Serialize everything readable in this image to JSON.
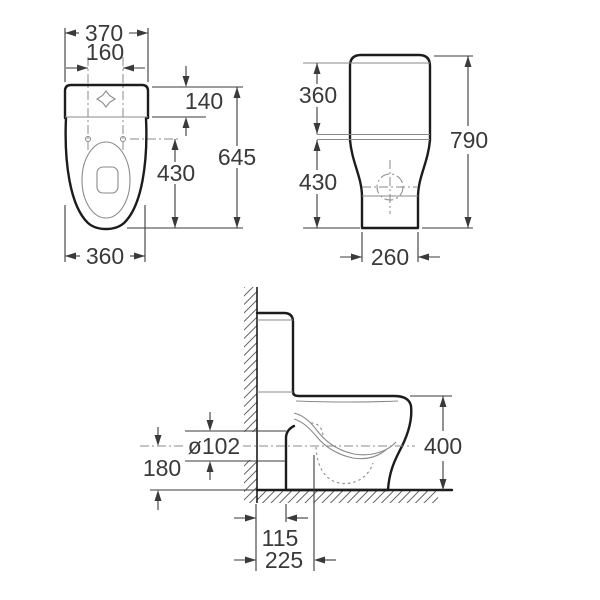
{
  "title": "Close-coupled WC technical dimension drawing",
  "colors": {
    "background": "#ffffff",
    "outline": "#1c1c1c",
    "thin_detail": "#8a8a8a",
    "dimension": "#3a3a3a"
  },
  "views": {
    "plan": {
      "name": "plan-view",
      "dims": {
        "overall_width": "370",
        "hinge_spacing": "160",
        "tank_depth": "140",
        "overall_depth": "645",
        "hinge_to_front": "430",
        "bowl_width": "360"
      }
    },
    "front": {
      "name": "front-view",
      "dims": {
        "tank_height": "360",
        "bowl_height": "430",
        "overall_height": "790",
        "base_width": "260"
      }
    },
    "side": {
      "name": "side-view",
      "dims": {
        "outlet_diameter": "ø102",
        "outlet_centre_height": "180",
        "seat_height": "400",
        "wall_to_outlet": "115",
        "wall_to_outlet_centre": "225"
      }
    }
  }
}
